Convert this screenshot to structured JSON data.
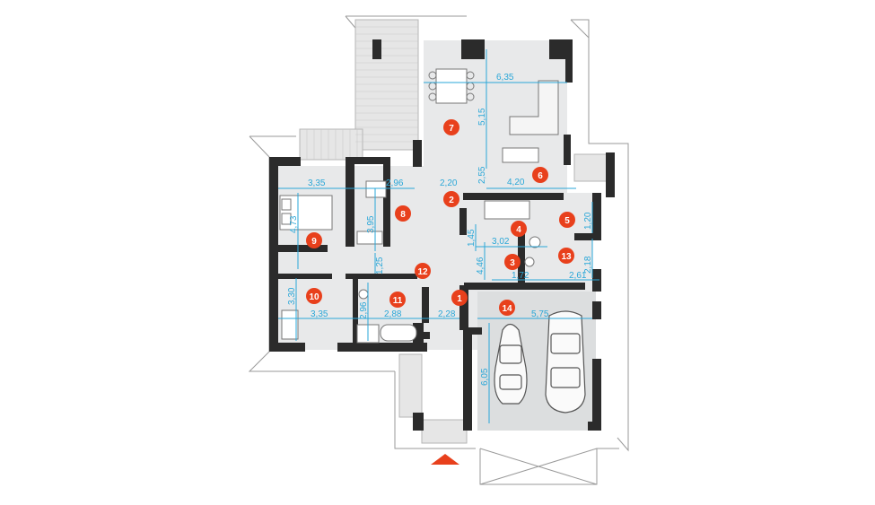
{
  "colors": {
    "wall": "#2b2b2b",
    "floor": "#e8e9ea",
    "garage": "#dcdedf",
    "dimension": "#2aa7d8",
    "badge": "#e8401c",
    "roof_outline": "#9a9a9a",
    "background": "#ffffff"
  },
  "rooms": [
    {
      "number": "1"
    },
    {
      "number": "2"
    },
    {
      "number": "3"
    },
    {
      "number": "4"
    },
    {
      "number": "5"
    },
    {
      "number": "6"
    },
    {
      "number": "7"
    },
    {
      "number": "8"
    },
    {
      "number": "9"
    },
    {
      "number": "10"
    },
    {
      "number": "11"
    },
    {
      "number": "12"
    },
    {
      "number": "13"
    },
    {
      "number": "14"
    }
  ],
  "dimensions": [
    {
      "text": "6,35"
    },
    {
      "text": "5,15"
    },
    {
      "text": "2,55"
    },
    {
      "text": "4,20"
    },
    {
      "text": "3,35"
    },
    {
      "text": "2,96"
    },
    {
      "text": "2,20"
    },
    {
      "text": "4,73"
    },
    {
      "text": "3,95"
    },
    {
      "text": "1,45"
    },
    {
      "text": "3,02"
    },
    {
      "text": "1,20"
    },
    {
      "text": "2,18"
    },
    {
      "text": "4,46"
    },
    {
      "text": "1,72"
    },
    {
      "text": "2,61"
    },
    {
      "text": "1,25"
    },
    {
      "text": "3,30"
    },
    {
      "text": "2,96"
    },
    {
      "text": "3,35"
    },
    {
      "text": "2,88"
    },
    {
      "text": "2,28"
    },
    {
      "text": "5,75"
    },
    {
      "text": "6,05"
    }
  ],
  "icons": {
    "entrance": "entrance-arrow-icon",
    "car": "car-icon",
    "bed": "bed-icon",
    "sofa": "sofa-icon",
    "dining_table": "dining-table-icon",
    "bathtub": "bathtub-icon",
    "toilet": "toilet-icon"
  }
}
